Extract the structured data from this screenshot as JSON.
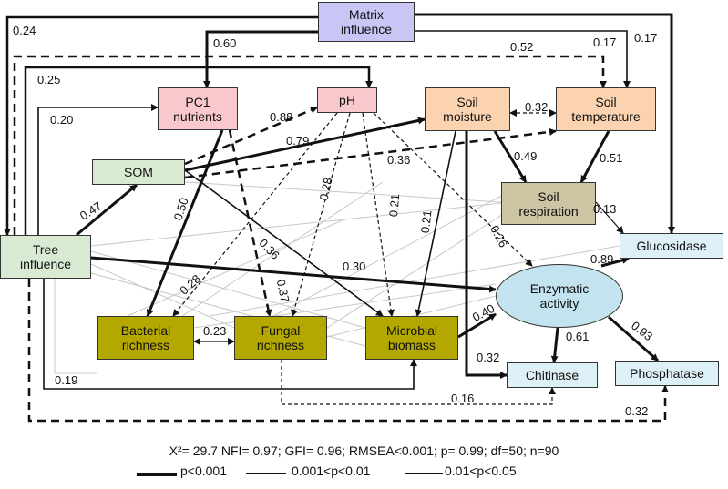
{
  "nodes": {
    "matrix": {
      "label": "Matrix\ninfluence",
      "color": "#c9c5f5"
    },
    "tree": {
      "label": "Tree\ninfluence",
      "color": "#d9ead3"
    },
    "pc1": {
      "label": "PC1\nnutrients",
      "color": "#f8c8cc"
    },
    "ph": {
      "label": "pH",
      "color": "#f8c8cc"
    },
    "soil_moisture": {
      "label": "Soil\nmoisture",
      "color": "#fbd3b0"
    },
    "soil_temperature": {
      "label": "Soil\ntemperature",
      "color": "#fbd3b0"
    },
    "som": {
      "label": "SOM",
      "color": "#d9ead3"
    },
    "soil_respiration": {
      "label": "Soil\nrespiration",
      "color": "#cdc4a3"
    },
    "glucosidase": {
      "label": "Glucosidase",
      "color": "#def0f7"
    },
    "enzymatic": {
      "label": "Enzymatic\nactivity",
      "color": "#c3e3ef"
    },
    "bacterial": {
      "label": "Bacterial\nrichness",
      "color": "#b4a800"
    },
    "fungal": {
      "label": "Fungal\nrichness",
      "color": "#b4a800"
    },
    "microbial": {
      "label": "Microbial\nbiomass",
      "color": "#b4a800"
    },
    "chitinase": {
      "label": "Chitinase",
      "color": "#def0f7"
    },
    "phosphatase": {
      "label": "Phosphatase",
      "color": "#def0f7"
    }
  },
  "coefficients": [
    "0.24",
    "0.60",
    "0.52",
    "0.17",
    "0.17",
    "0.25",
    "0.20",
    "0.88",
    "0.32",
    "0.79",
    "0.36",
    "0.49",
    "0.51",
    "0.47",
    "0.50",
    "0.28",
    "0.21",
    "0.21",
    "0.26",
    "0.13",
    "0.36",
    "0.30",
    "0.89",
    "0.28",
    "0.37",
    "0.40",
    "0.61",
    "0.93",
    "0.23",
    "0.32",
    "0.19",
    "0.16",
    "0.32"
  ],
  "footer": {
    "stats": "X²= 29.7 NFI= 0.97; GFI= 0.96; RMSEA<0.001; p= 0.99; df=50; n=90",
    "legend": [
      "p<0.001",
      "0.001<p<0.01",
      "0.01<p<0.05"
    ]
  },
  "colors": {
    "line": "#111111",
    "grey_line": "#c8c8c8"
  }
}
